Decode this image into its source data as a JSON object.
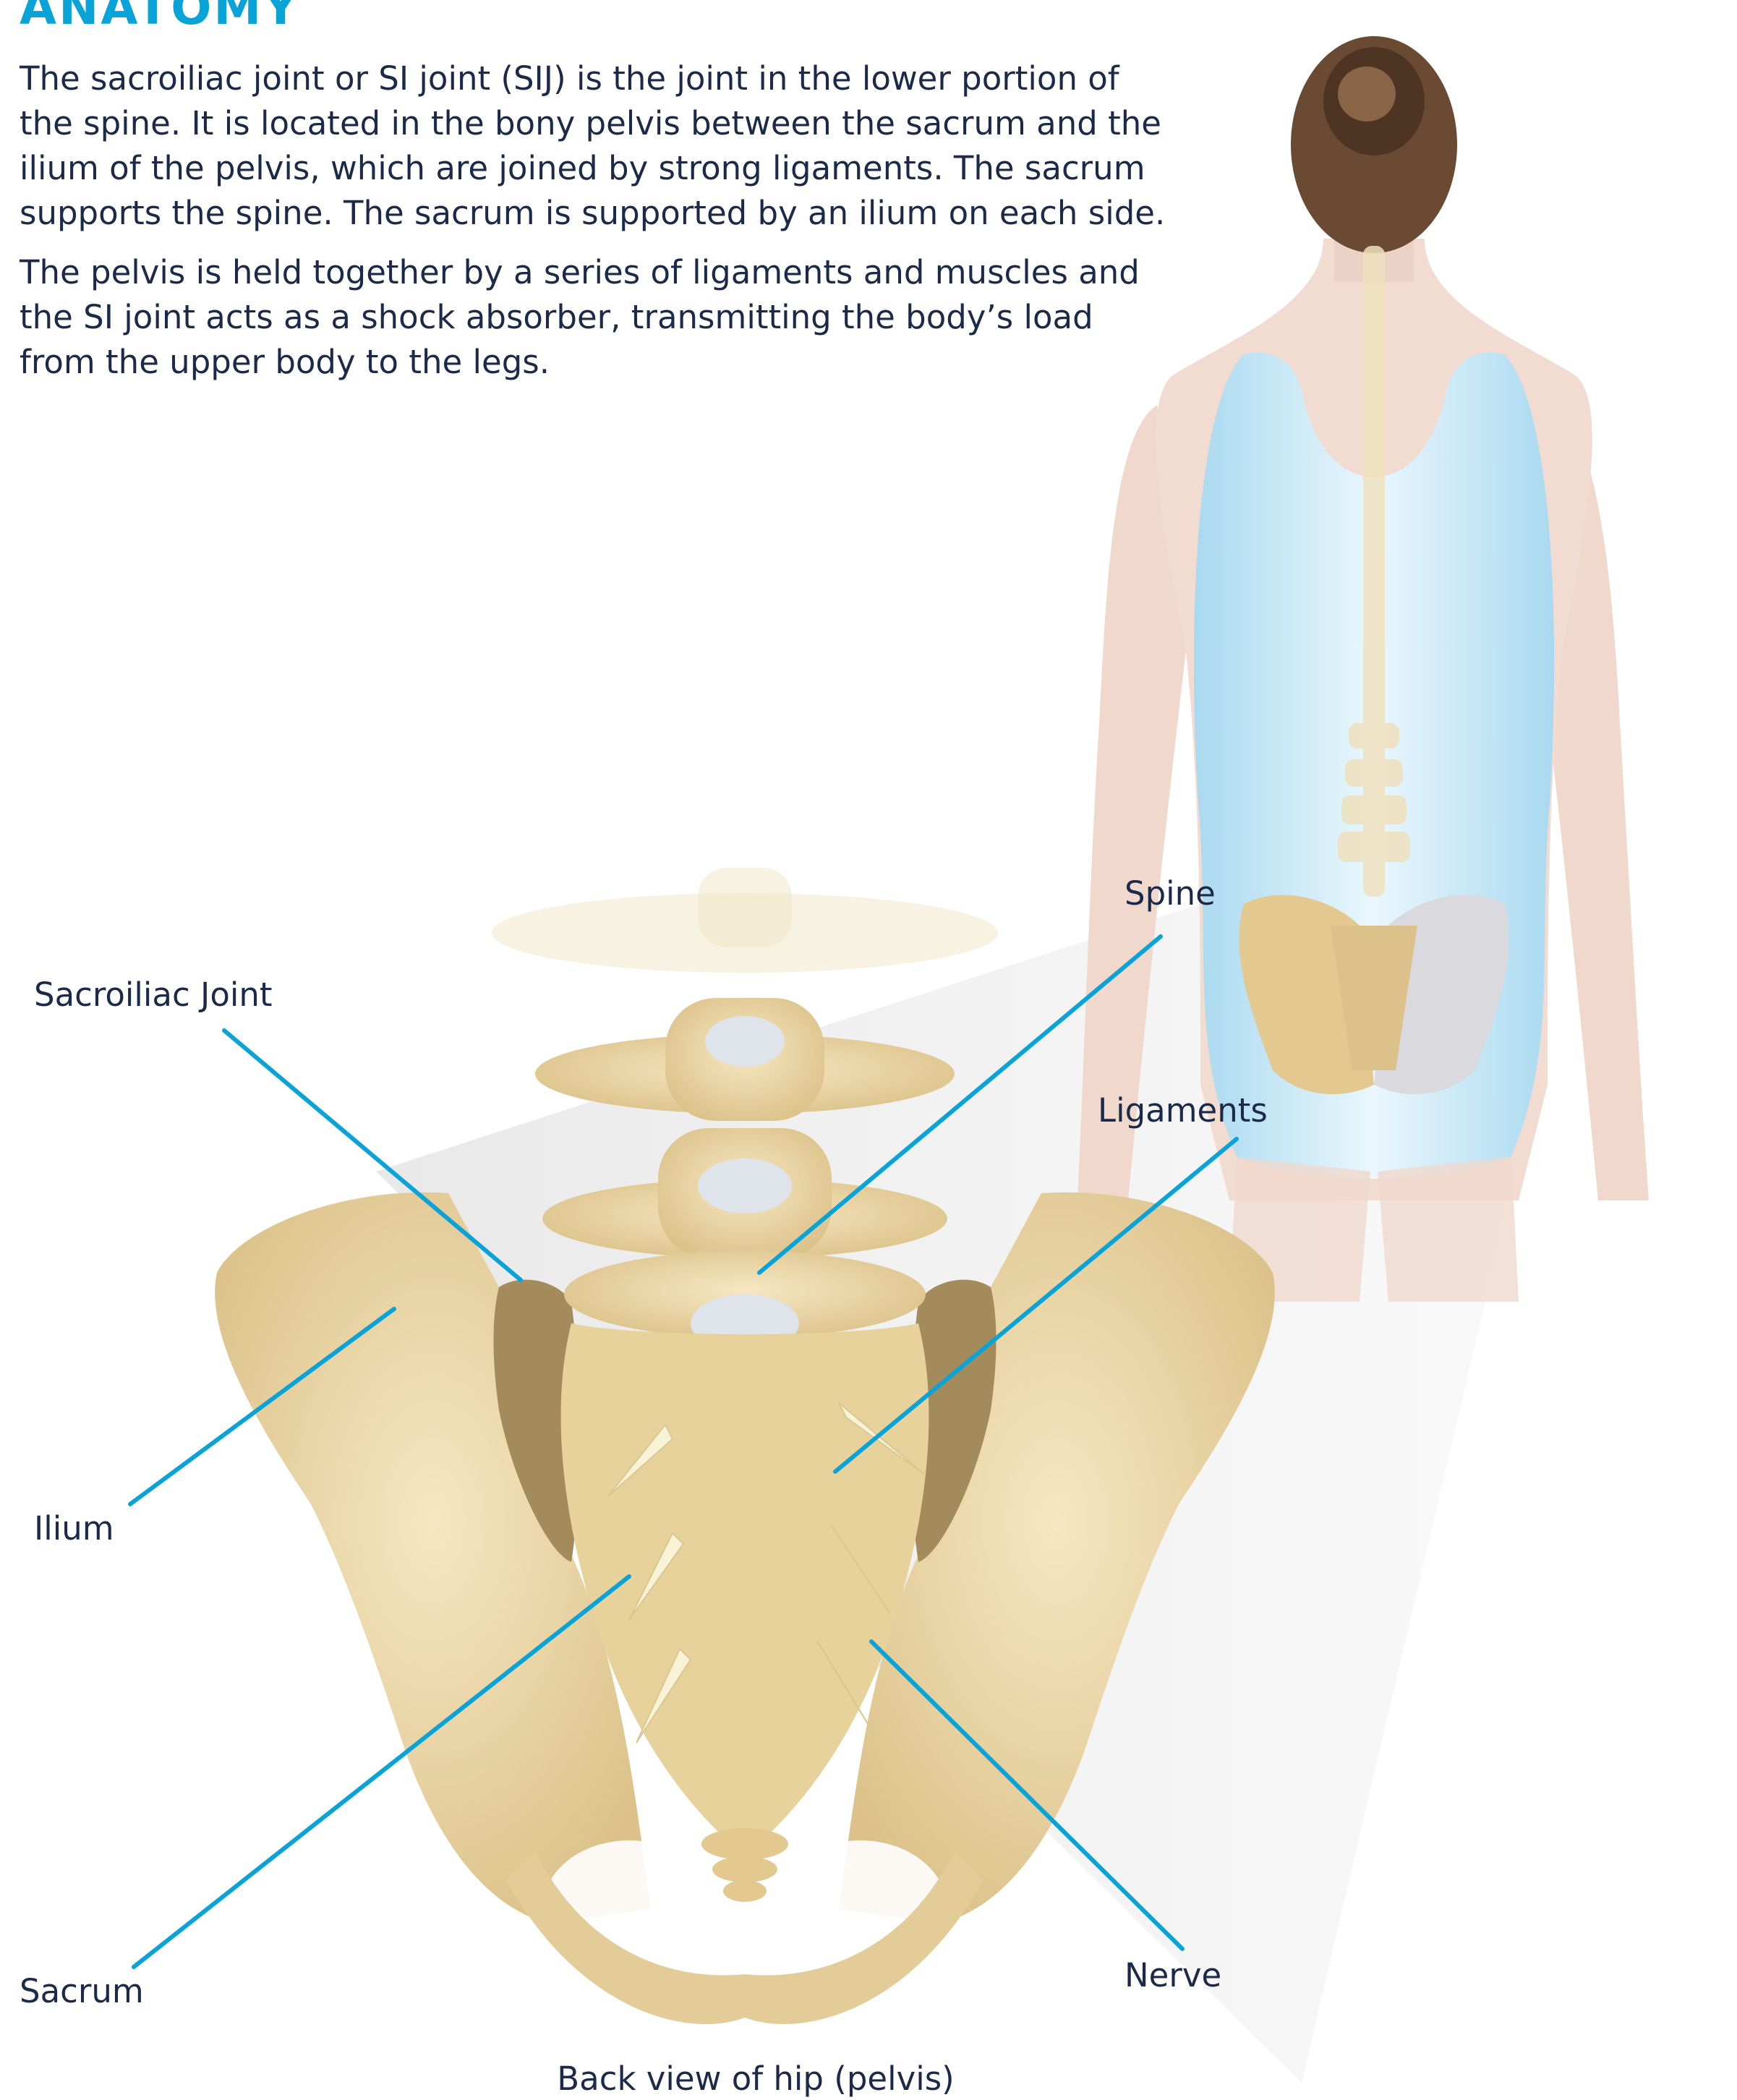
{
  "heading": "ANATOMY",
  "paragraphs": [
    "The sacroiliac joint or SI joint (SIJ) is the joint in the lower portion of the spine. It is located in the bony pelvis between the sacrum and the ilium of the pelvis, which are joined by strong ligaments. The sacrum supports the spine. The sacrum is supported by an ilium on each side.",
    "The pelvis is held together by a series of ligaments and muscles and the SI joint acts as a shock absorber, transmitting the body’s load from the upper body to the legs."
  ],
  "labels": {
    "spine": "Spine",
    "sacroiliac_joint": "Sacroiliac Joint",
    "ligaments": "Ligaments",
    "ilium": "Ilium",
    "sacrum": "Sacrum",
    "nerve": "Nerve"
  },
  "caption": "Back view of hip (pelvis)",
  "colors": {
    "accent": "#0aa3d8",
    "text": "#1c2a4a",
    "bone": "#ecd9a8",
    "skin": "#f2dcd2",
    "garment": "#bfe3f3"
  }
}
